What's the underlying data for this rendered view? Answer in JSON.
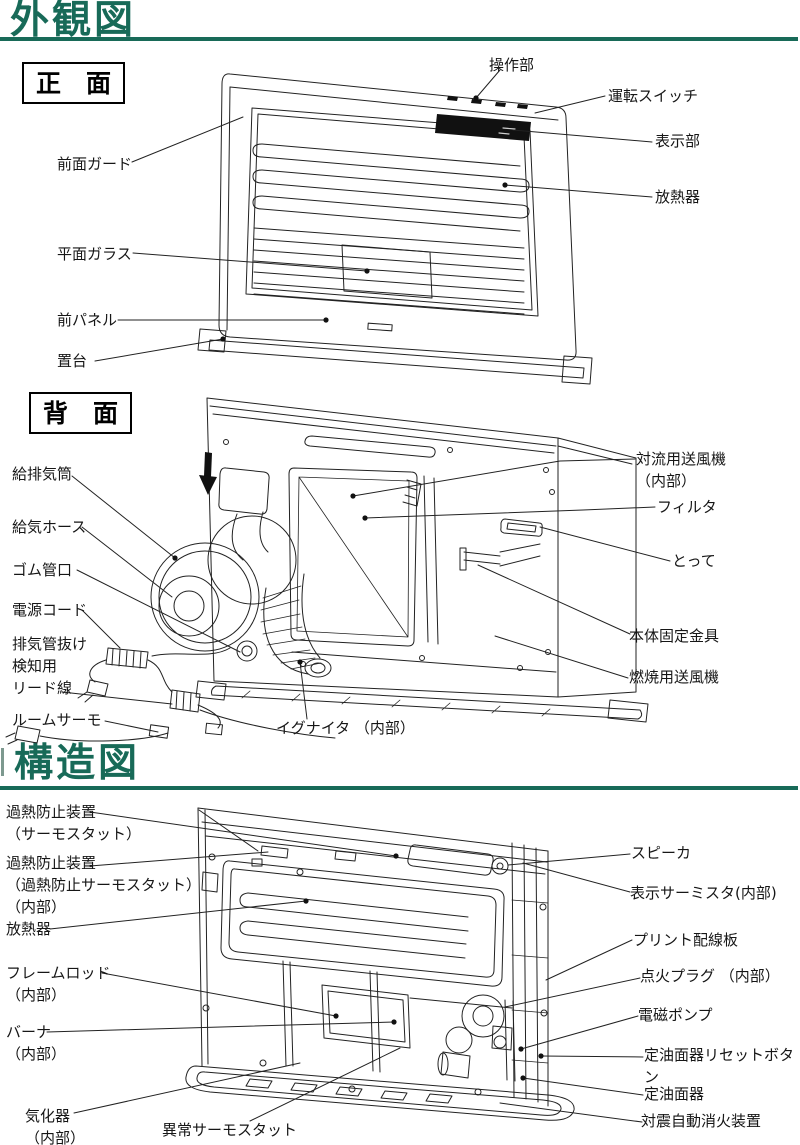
{
  "colors": {
    "accent_green": "#186a58",
    "line_ink": "#222222"
  },
  "exterior_section": {
    "title": "外観図"
  },
  "structure_section": {
    "title": "構造図"
  },
  "front_view": {
    "heading": "正　面",
    "labels": {
      "control_panel": "操作部",
      "operation_switch": "運転スイッチ",
      "display": "表示部",
      "radiator": "放熱器",
      "front_guard": "前面ガード",
      "flat_glass": "平面ガラス",
      "front_panel": "前パネル",
      "stand": "置台"
    }
  },
  "rear_view": {
    "heading": "背　面",
    "labels": {
      "intake_exhaust_pipe": "給排気筒",
      "air_intake_hose": "給気ホース",
      "rubber_pipe_port": "ゴム管口",
      "power_cord": "電源コード",
      "exhaust_detach_lead": "排気管抜け\n検知用\nリード線",
      "room_thermo": "ルームサーモ",
      "igniter": "イグナイタ （内部）",
      "convection_fan": "対流用送風機\n（内部）",
      "filter": "フィルタ",
      "handle": "とって",
      "body_fixing_bracket": "本体固定金具",
      "combustion_fan": "燃焼用送風機"
    }
  },
  "structure_view": {
    "labels": {
      "overheat_protector_1": "過熱防止装置\n（サーモスタット）",
      "overheat_protector_2": "過熱防止装置\n（過熱防止サーモスタット）\n（内部）",
      "radiator": "放熱器",
      "flame_rod": "フレームロッド\n（内部）",
      "burner": "バーナ\n（内部）",
      "vaporizer": "気化器\n（内部）",
      "abnormal_thermostat": "異常サーモスタット",
      "speaker": "スピーカ",
      "display_thermistor": "表示サーミスタ(内部)",
      "printed_circuit_board": "プリント配線板",
      "spark_plug": "点火プラグ （内部）",
      "solenoid_pump": "電磁ポンプ",
      "oil_level_reset_button": "定油面器リセットボタン",
      "oil_level_device": "定油面器",
      "quake_auto_extinguisher": "対震自動消火装置"
    }
  }
}
